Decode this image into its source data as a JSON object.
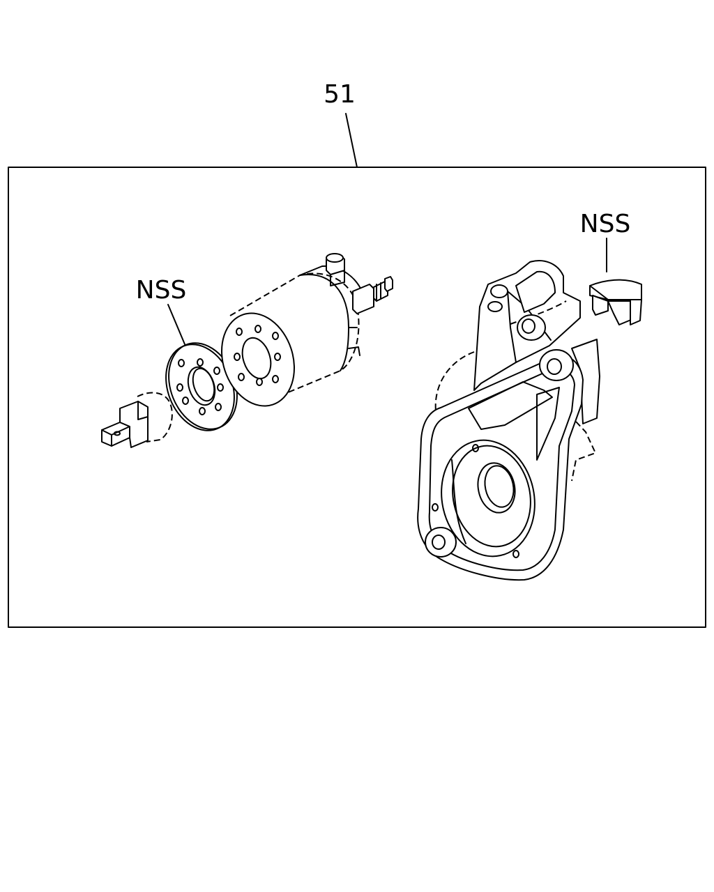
{
  "callouts": {
    "assembly": "51",
    "washer": "NSS",
    "clip": "NSS"
  }
}
